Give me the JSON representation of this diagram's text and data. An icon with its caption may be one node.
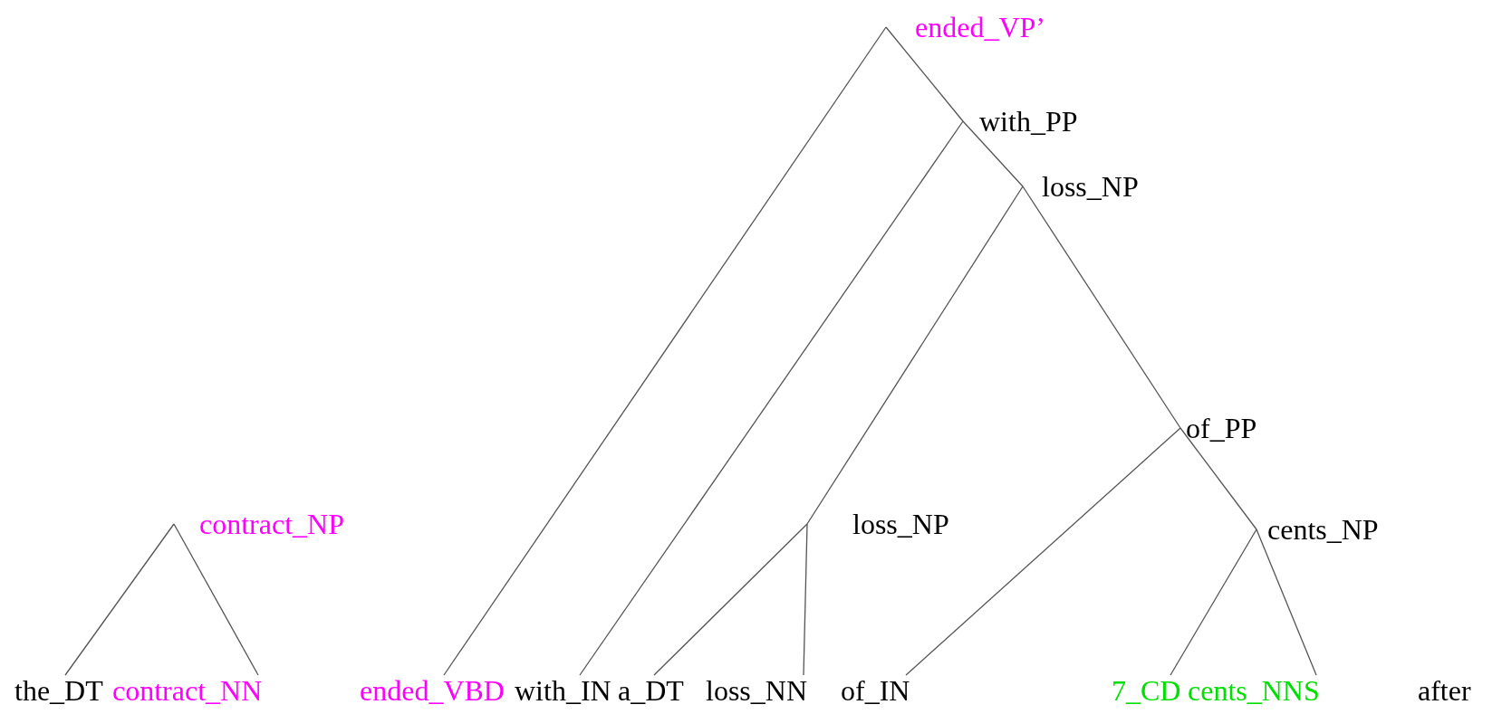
{
  "diagram": {
    "nodes": [
      {
        "text": [
          "ended_VP’"
        ]
      },
      {
        "text": [
          "with_PP"
        ]
      },
      {
        "text": [
          "loss_NP"
        ]
      },
      {
        "text": [
          "of_PP"
        ]
      },
      {
        "text": [
          "contract_NP"
        ]
      },
      {
        "text": [
          "loss_NP"
        ]
      },
      {
        "text": [
          "cents_NP"
        ]
      },
      {
        "text": [
          "the_DT"
        ]
      },
      {
        "text": [
          "contract_NN"
        ]
      },
      {
        "text": [
          "ended_VBD"
        ]
      },
      {
        "text": [
          "with_IN"
        ]
      },
      {
        "text": [
          "a_DT"
        ]
      },
      {
        "text": [
          "loss_NN"
        ]
      },
      {
        "text": [
          "of_IN"
        ]
      },
      {
        "text": [
          "7_CD"
        ]
      },
      {
        "text": [
          "cents_NNS"
        ]
      },
      {
        "text": [
          "after"
        ]
      }
    ],
    "edges": [
      {
        "from": 0,
        "to": 9,
        "arrow": "none"
      },
      {
        "from": 0,
        "to": 1,
        "arrow": "none"
      },
      {
        "from": 1,
        "to": 10,
        "arrow": "none"
      },
      {
        "from": 1,
        "to": 2,
        "arrow": "none"
      },
      {
        "from": 2,
        "to": 5,
        "arrow": "none"
      },
      {
        "from": 2,
        "to": 3,
        "arrow": "none"
      },
      {
        "from": 5,
        "to": 11,
        "arrow": "none"
      },
      {
        "from": 5,
        "to": 12,
        "arrow": "none"
      },
      {
        "from": 3,
        "to": 13,
        "arrow": "none"
      },
      {
        "from": 3,
        "to": 6,
        "arrow": "none"
      },
      {
        "from": 6,
        "to": 14,
        "arrow": "none"
      },
      {
        "from": 6,
        "to": 15,
        "arrow": "none"
      },
      {
        "from": 4,
        "to": 7,
        "arrow": "none"
      },
      {
        "from": 4,
        "to": 8,
        "arrow": "none"
      }
    ]
  }
}
